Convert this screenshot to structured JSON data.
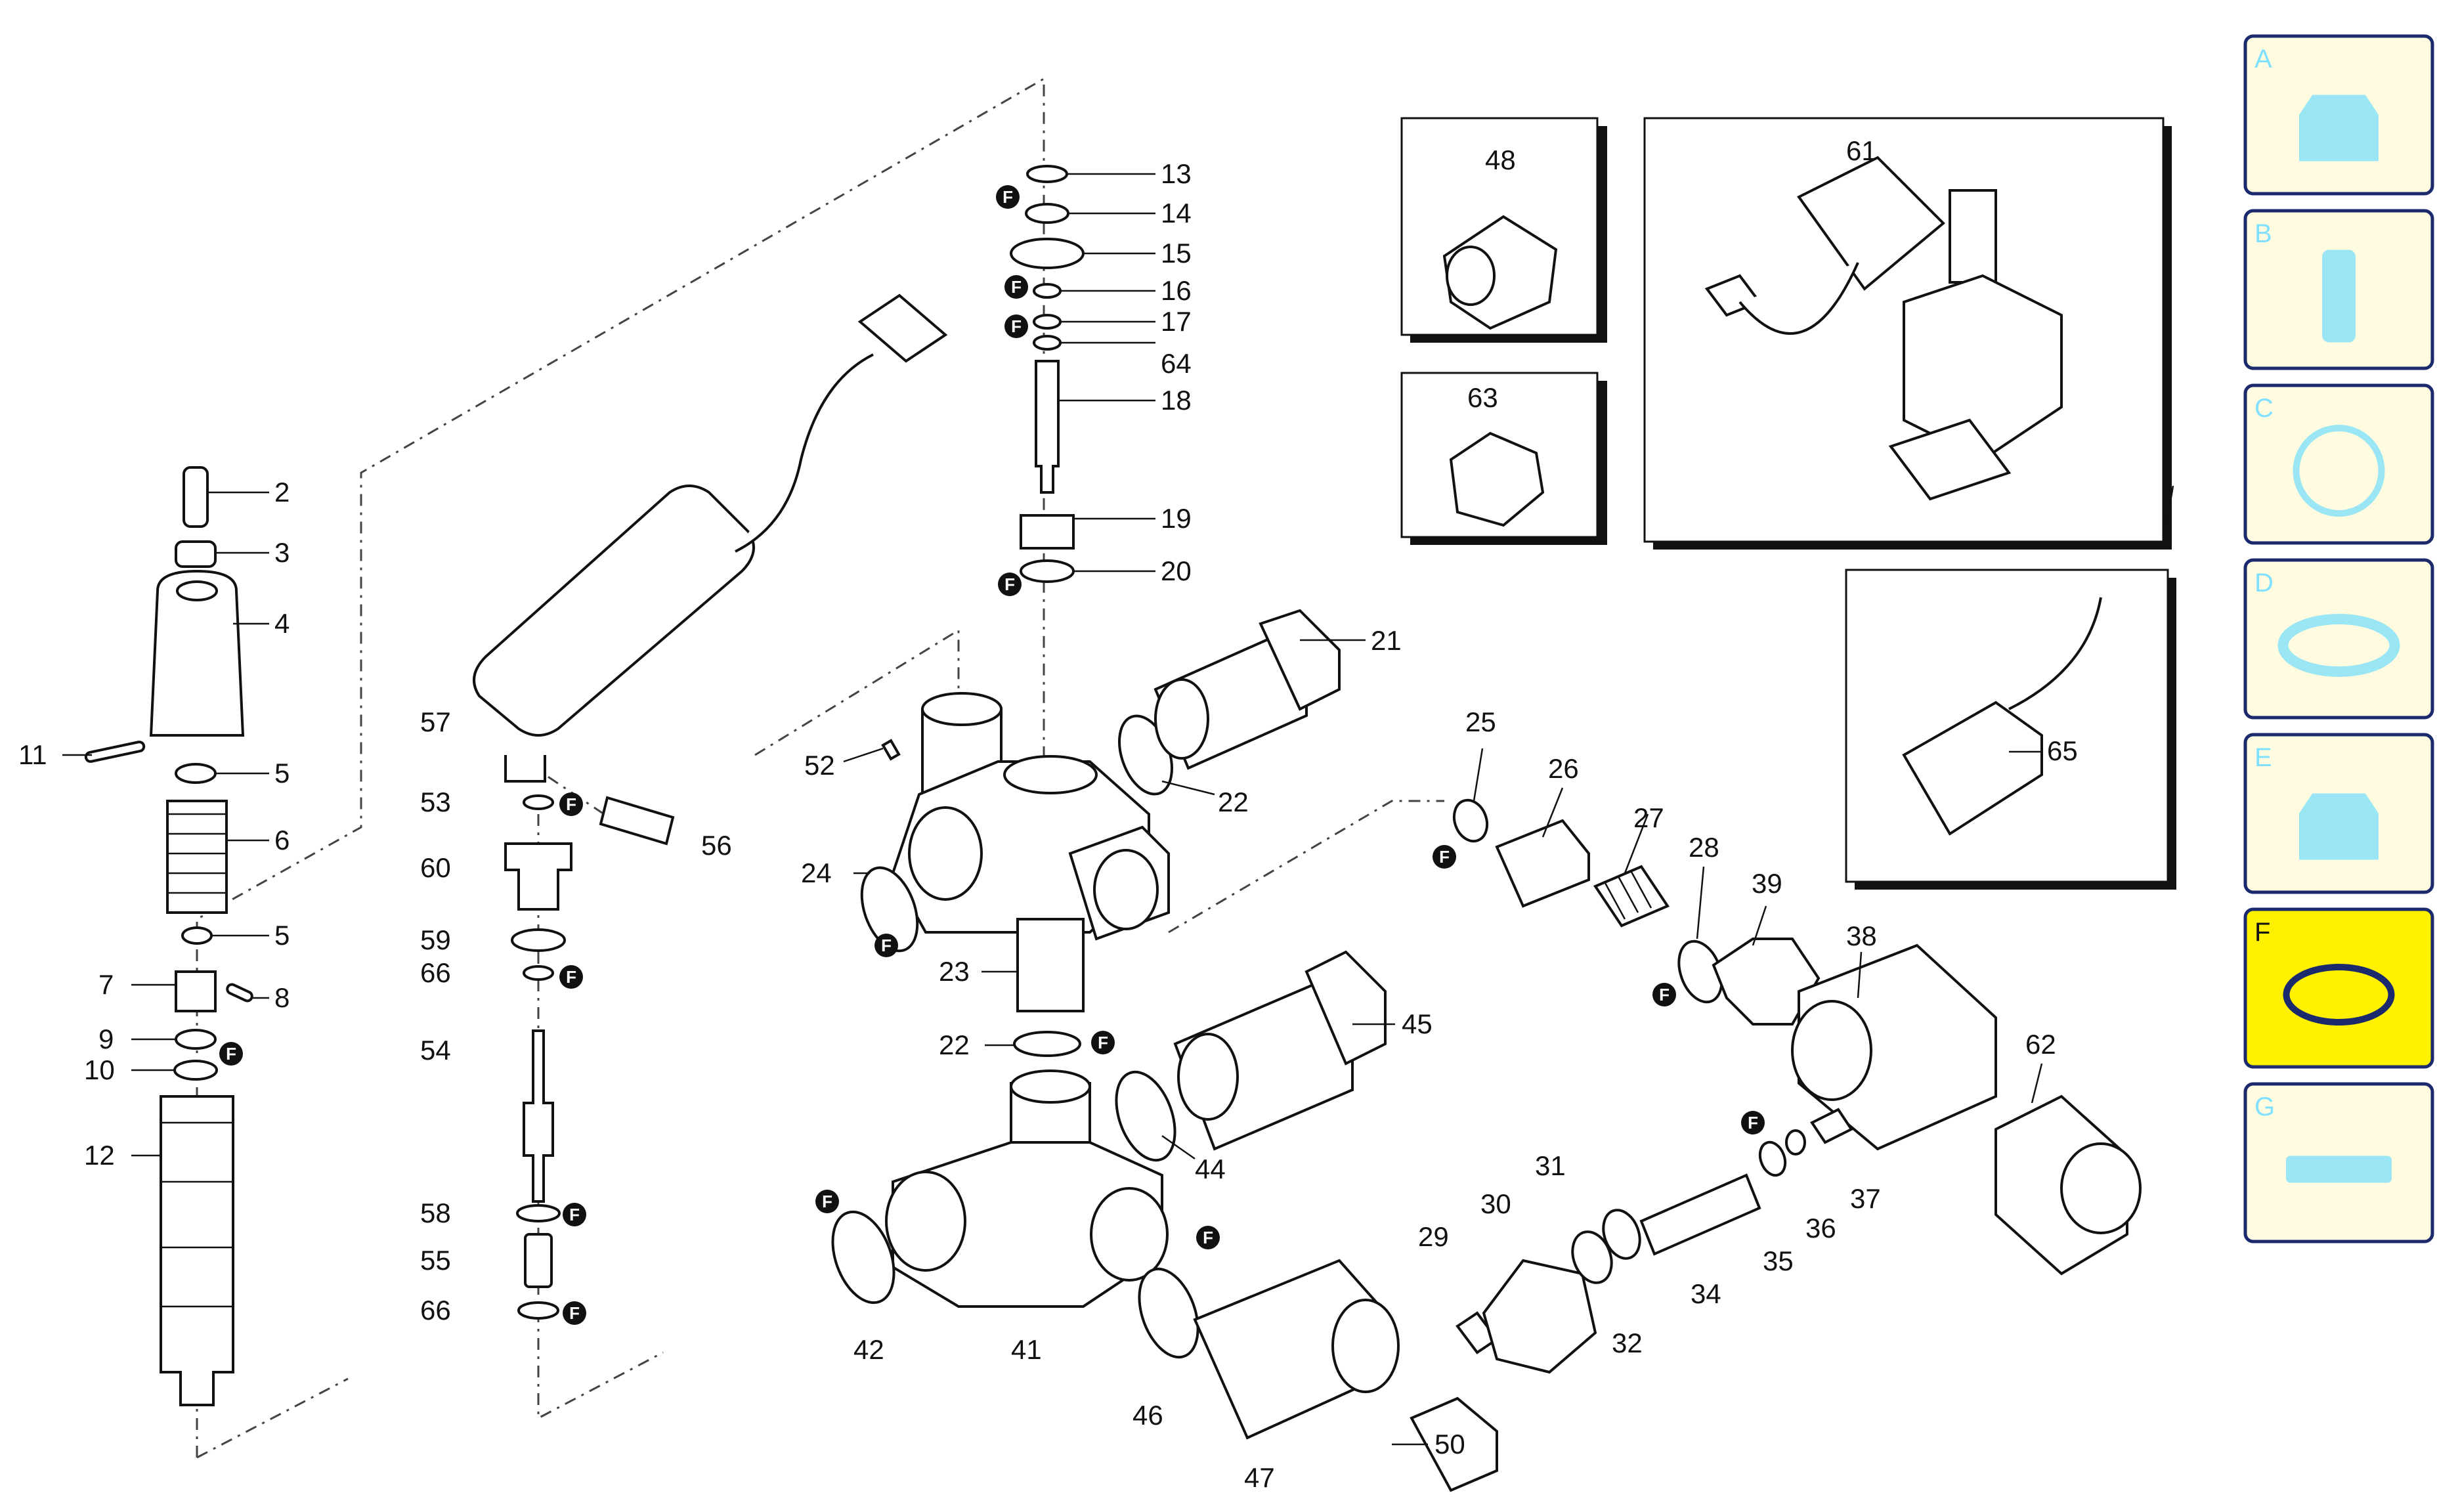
{
  "f_marker": "F",
  "parts": [
    "2",
    "3",
    "4",
    "5",
    "5",
    "6",
    "7",
    "8",
    "9",
    "10",
    "11",
    "12",
    "13",
    "14",
    "15",
    "16",
    "17",
    "64",
    "18",
    "19",
    "20",
    "21",
    "22",
    "22",
    "23",
    "24",
    "25",
    "26",
    "27",
    "28",
    "39",
    "38",
    "62",
    "29",
    "30",
    "31",
    "32",
    "34",
    "35",
    "36",
    "37",
    "41",
    "42",
    "44",
    "45",
    "46",
    "47",
    "50",
    "52",
    "53",
    "54",
    "55",
    "56",
    "57",
    "58",
    "59",
    "60",
    "66",
    "66",
    "48",
    "63",
    "61",
    "65"
  ],
  "categories": [
    {
      "letter": "A",
      "icon": "nozzle-icon",
      "active": false
    },
    {
      "letter": "B",
      "icon": "filter-cartridge-icon",
      "active": false
    },
    {
      "letter": "C",
      "icon": "clamp-ring-icon",
      "active": false
    },
    {
      "letter": "D",
      "icon": "seal-ring-icon",
      "active": false
    },
    {
      "letter": "E",
      "icon": "piston-seal-icon",
      "active": false
    },
    {
      "letter": "F",
      "icon": "o-ring-icon",
      "active": true
    },
    {
      "letter": "G",
      "icon": "gasket-icon",
      "active": false
    }
  ],
  "colors": {
    "active_category": "#fff100",
    "inactive_category": "#fffbe0",
    "category_border": "#1a2a6c",
    "category_icon": "#9ae6f5"
  }
}
